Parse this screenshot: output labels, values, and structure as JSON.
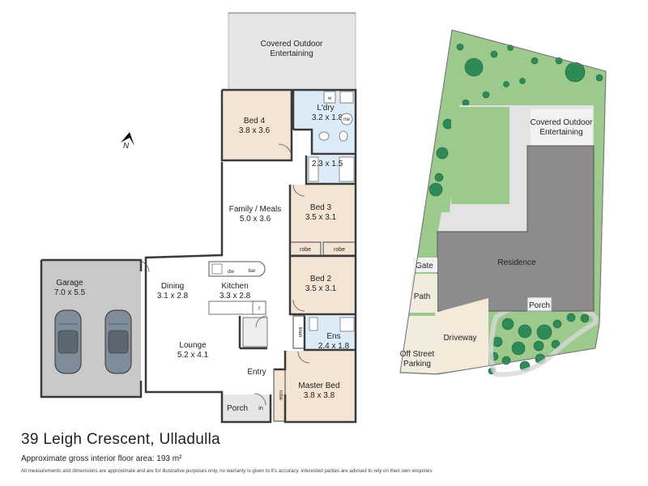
{
  "property": {
    "address": "39 Leigh Crescent, Ulladulla",
    "area_text": "Approximate gross interior floor area: 193 m²",
    "disclaimer": "All measurements and dimensions are approximate and are for illustrative purposes only, no warranty is given to it's accuracy. interested parties are advised to rely on their own enquiries"
  },
  "compass": {
    "label": "N"
  },
  "floor_plan": {
    "covered_outdoor": "Covered Outdoor Entertaining",
    "bed4": {
      "name": "Bed 4",
      "dim": "3.8 x 3.6"
    },
    "laundry": {
      "name": "L'dry",
      "dim": "3.2 x 1.8",
      "w": "w",
      "nw": "nw"
    },
    "bath": {
      "dim": "2.3 x 1.5"
    },
    "family": {
      "name": "Family / Meals",
      "dim": "5.0 x 3.6"
    },
    "bed3": {
      "name": "Bed 3",
      "dim": "3.5 x 3.1"
    },
    "robe_left": "robe",
    "robe_right": "robe",
    "bed2": {
      "name": "Bed 2",
      "dim": "3.5 x 3.1"
    },
    "garage": {
      "name": "Garage",
      "dim": "7.0 x 5.5"
    },
    "dining": {
      "name": "Dining",
      "dim": "3.1 x 2.8"
    },
    "kitchen": {
      "name": "Kitchen",
      "dim": "3.3 x 2.8",
      "dw": "dw",
      "bar": "bar",
      "f": "f"
    },
    "lounge": {
      "name": "Lounge",
      "dim": "5.2 x 4.1"
    },
    "linen": "linen",
    "ensuite": {
      "name": "Ens",
      "dim": "2.4 x 1.8"
    },
    "entry": "Entry",
    "master": {
      "name": "Master Bed",
      "dim": "3.8 x 3.8"
    },
    "robe_master": "robe",
    "porch": "Porch",
    "in": "in"
  },
  "site_plan": {
    "covered_outdoor": "Covered Outdoor Entertaining",
    "residence": "Residence",
    "gate": "Gate",
    "path": "Path",
    "driveway": "Driveway",
    "off_street": "Off Street Parking",
    "porch": "Porch"
  },
  "colors": {
    "wall": "#3a3a3a",
    "bedroom": "#f3e4d3",
    "wet": "#dcebf8",
    "garage": "#c9c9c9",
    "outdoor": "#e6e6e6",
    "lawn": "#9cc98c",
    "residence": "#8c8c8c",
    "concrete": "#e3e3e3",
    "paving": "#f4ead9",
    "tree": "#2e8b57"
  }
}
